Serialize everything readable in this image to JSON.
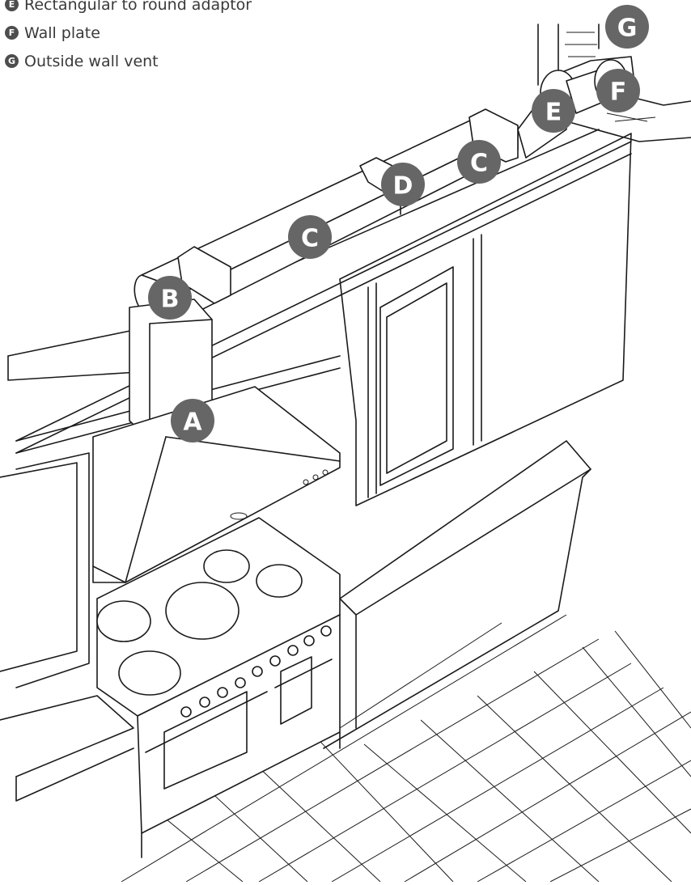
{
  "legend": [
    {
      "letter": "E",
      "label": "Rectangular to round adaptor"
    },
    {
      "letter": "F",
      "label": "Wall plate"
    },
    {
      "letter": "G",
      "label": "Outside wall vent"
    }
  ],
  "markers": {
    "a": "A",
    "b": "B",
    "c1": "C",
    "c2": "C",
    "d": "D",
    "e": "E",
    "f": "F",
    "g": "G"
  },
  "colors": {
    "marker": "#666666",
    "legend_chip": "#4d4d4d",
    "ink": "#1a1a1a"
  }
}
